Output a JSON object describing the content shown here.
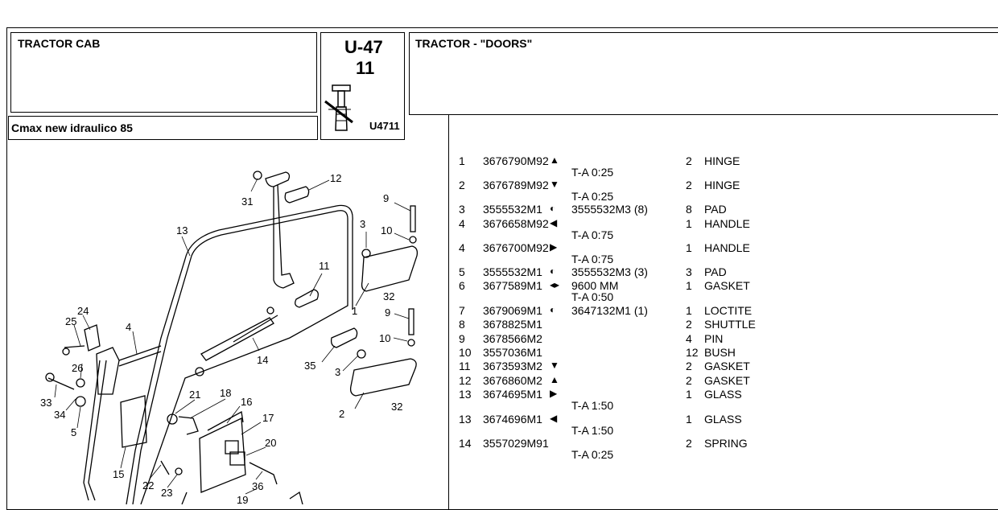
{
  "header": {
    "section_title": "TRACTOR CAB",
    "model": "Cmax new idraulico 85",
    "code_main": "U-47",
    "code_sub": "11",
    "image_ref": "U4711",
    "group_title": "TRACTOR -  \"DOORS\""
  },
  "callouts": [
    {
      "n": "31"
    },
    {
      "n": "12"
    },
    {
      "n": "13"
    },
    {
      "n": "9"
    },
    {
      "n": "3"
    },
    {
      "n": "10"
    },
    {
      "n": "11"
    },
    {
      "n": "1"
    },
    {
      "n": "32"
    },
    {
      "n": "24"
    },
    {
      "n": "25"
    },
    {
      "n": "4"
    },
    {
      "n": "9"
    },
    {
      "n": "10"
    },
    {
      "n": "14"
    },
    {
      "n": "26"
    },
    {
      "n": "35"
    },
    {
      "n": "3"
    },
    {
      "n": "33"
    },
    {
      "n": "34"
    },
    {
      "n": "21"
    },
    {
      "n": "18"
    },
    {
      "n": "16"
    },
    {
      "n": "2"
    },
    {
      "n": "32"
    },
    {
      "n": "5"
    },
    {
      "n": "17"
    },
    {
      "n": "20"
    },
    {
      "n": "15"
    },
    {
      "n": "22"
    },
    {
      "n": "23"
    },
    {
      "n": "36"
    },
    {
      "n": "19"
    }
  ],
  "parts": [
    {
      "ref": "1",
      "part": "3676790M92",
      "sym": "▲",
      "alt": "",
      "qty": "2",
      "desc": "HINGE",
      "note": "T-A 0:25"
    },
    {
      "ref": "2",
      "part": "3676789M92",
      "sym": "▼",
      "alt": "",
      "qty": "2",
      "desc": "HINGE",
      "note": "T-A 0:25"
    },
    {
      "ref": "3",
      "part": "3555532M1",
      "sym": "◐",
      "alt": "3555532M3  (8)",
      "qty": "8",
      "desc": "PAD",
      "note": ""
    },
    {
      "ref": "4",
      "part": "3676658M92",
      "sym": "◀",
      "alt": "",
      "qty": "1",
      "desc": "HANDLE",
      "note": "T-A 0:75"
    },
    {
      "ref": "4",
      "part": "3676700M92",
      "sym": "▶",
      "alt": "",
      "qty": "1",
      "desc": "HANDLE",
      "note": "T-A 0:75"
    },
    {
      "ref": "5",
      "part": "3555532M1",
      "sym": "◐",
      "alt": "3555532M3  (3)",
      "qty": "3",
      "desc": "PAD",
      "note": ""
    },
    {
      "ref": "6",
      "part": "3677589M1",
      "sym": "◂▸",
      "alt": "9600 MM",
      "qty": "1",
      "desc": "GASKET",
      "note": "T-A 0:50"
    },
    {
      "ref": "7",
      "part": "3679069M1",
      "sym": "◐",
      "alt": "3647132M1  (1)",
      "qty": "1",
      "desc": "LOCTITE",
      "note": ""
    },
    {
      "ref": "8",
      "part": "3678825M1",
      "sym": "",
      "alt": "",
      "qty": "2",
      "desc": "SHUTTLE",
      "note": ""
    },
    {
      "ref": "9",
      "part": "3678566M2",
      "sym": "",
      "alt": "",
      "qty": "4",
      "desc": "PIN",
      "note": ""
    },
    {
      "ref": "10",
      "part": "3557036M1",
      "sym": "",
      "alt": "",
      "qty": "12",
      "desc": "BUSH",
      "note": ""
    },
    {
      "ref": "11",
      "part": "3673593M2",
      "sym": "▼",
      "alt": "",
      "qty": "2",
      "desc": "GASKET",
      "note": ""
    },
    {
      "ref": "12",
      "part": "3676860M2",
      "sym": "▲",
      "alt": "",
      "qty": "2",
      "desc": "GASKET",
      "note": ""
    },
    {
      "ref": "13",
      "part": "3674695M1",
      "sym": "▶",
      "alt": "",
      "qty": "1",
      "desc": "GLASS",
      "note": "T-A 1:50"
    },
    {
      "ref": "13",
      "part": "3674696M1",
      "sym": "◀",
      "alt": "",
      "qty": "1",
      "desc": "GLASS",
      "note": "T-A 1:50"
    },
    {
      "ref": "14",
      "part": "3557029M91",
      "sym": "",
      "alt": "",
      "qty": "2",
      "desc": "SPRING",
      "note": "T-A 0:25"
    }
  ]
}
